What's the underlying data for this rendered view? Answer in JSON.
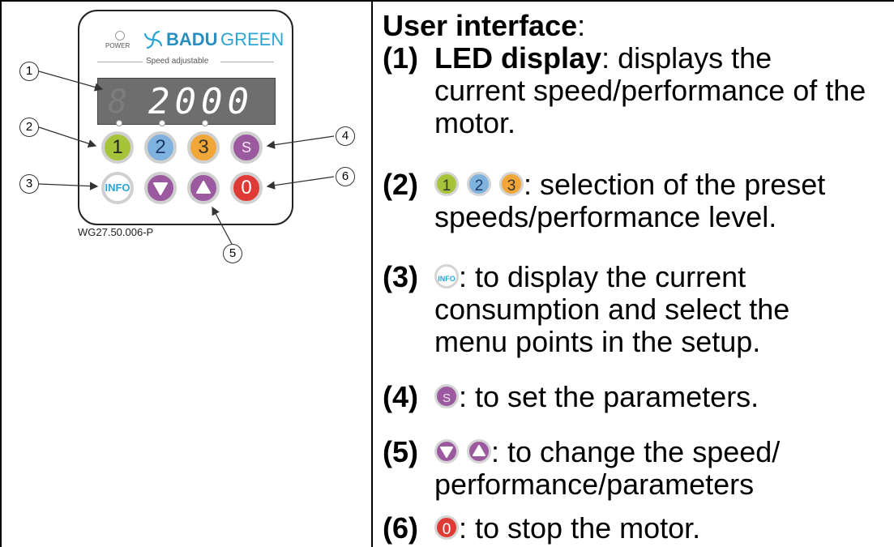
{
  "colors": {
    "green": "#a6c43a",
    "blue": "#7fb2df",
    "orange": "#f1a638",
    "purple": "#9b5a9f",
    "red": "#e03a36",
    "info_blue": "#2aa5d8",
    "led_bg": "#6e6e6e"
  },
  "device": {
    "power_label": "POWER",
    "brand_badu": "BADU",
    "brand_green": "GREEN",
    "speed_label": "Speed adjustable",
    "display_digits": "2000",
    "buttons": {
      "b1": "1",
      "b2": "2",
      "b3": "3",
      "bs": "S",
      "info": "INFO",
      "b0": "0"
    },
    "part_number": "WG27.50.006-P",
    "callouts": [
      "1",
      "2",
      "3",
      "4",
      "5",
      "6"
    ]
  },
  "legend": {
    "heading": "User interface",
    "heading_suffix": ":",
    "items": [
      {
        "num": "(1)",
        "title": "LED display",
        "line1": ": displays the",
        "line2": "current speed/performance of the",
        "line3": "motor."
      },
      {
        "num": "(2)",
        "line1": ": selection of the preset",
        "line2": "speeds/performance level."
      },
      {
        "num": "(3)",
        "line1": ": to display the current",
        "line2": "consumption and select the",
        "line3": "menu points in the setup."
      },
      {
        "num": "(4)",
        "line1": ": to set the parameters."
      },
      {
        "num": "(5)",
        "line1": ": to change the speed/",
        "line2": "performance/parameters"
      },
      {
        "num": "(6)",
        "line1": ": to stop the motor."
      }
    ]
  }
}
